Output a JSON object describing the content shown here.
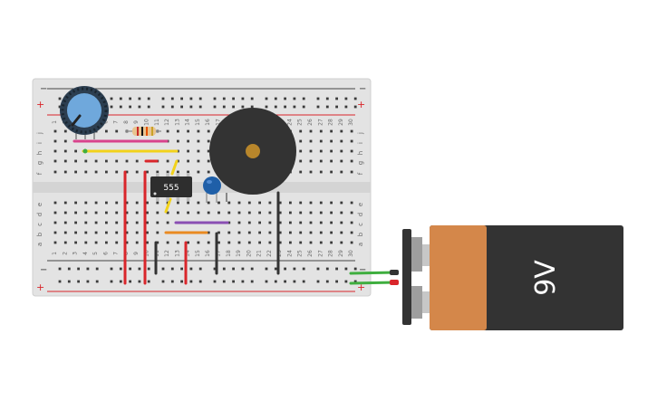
{
  "breadboard": {
    "rail_minus": "−",
    "rail_plus": "+",
    "columns": [
      "1",
      "2",
      "3",
      "4",
      "5",
      "6",
      "7",
      "8",
      "9",
      "10",
      "11",
      "12",
      "13",
      "14",
      "15",
      "16",
      "17",
      "18",
      "19",
      "20",
      "21",
      "22",
      "23",
      "24",
      "25",
      "26",
      "27",
      "28",
      "29",
      "30"
    ],
    "rows_top": [
      "j",
      "i",
      "h",
      "g",
      "f"
    ],
    "rows_bottom": [
      "e",
      "d",
      "c",
      "b",
      "a"
    ]
  },
  "ic": {
    "label": "555"
  },
  "battery": {
    "label": "9V"
  },
  "colors": {
    "board": "#e3e3e3",
    "hole": "#3a3a3a",
    "red_wire": "#d9262b",
    "black_wire": "#333333",
    "pink_wire": "#d8438c",
    "yellow_wire": "#f2d21b",
    "purple_wire": "#8a4eb3",
    "orange_wire": "#e98a22",
    "green_wire": "#3fae3f",
    "pot_knob": "#6fa8dc",
    "capacitor": "#1f5fa8",
    "buzzer": "#333333",
    "buzzer_center": "#b8862b",
    "battery_body": "#333333",
    "battery_label_band": "#d4874a"
  }
}
